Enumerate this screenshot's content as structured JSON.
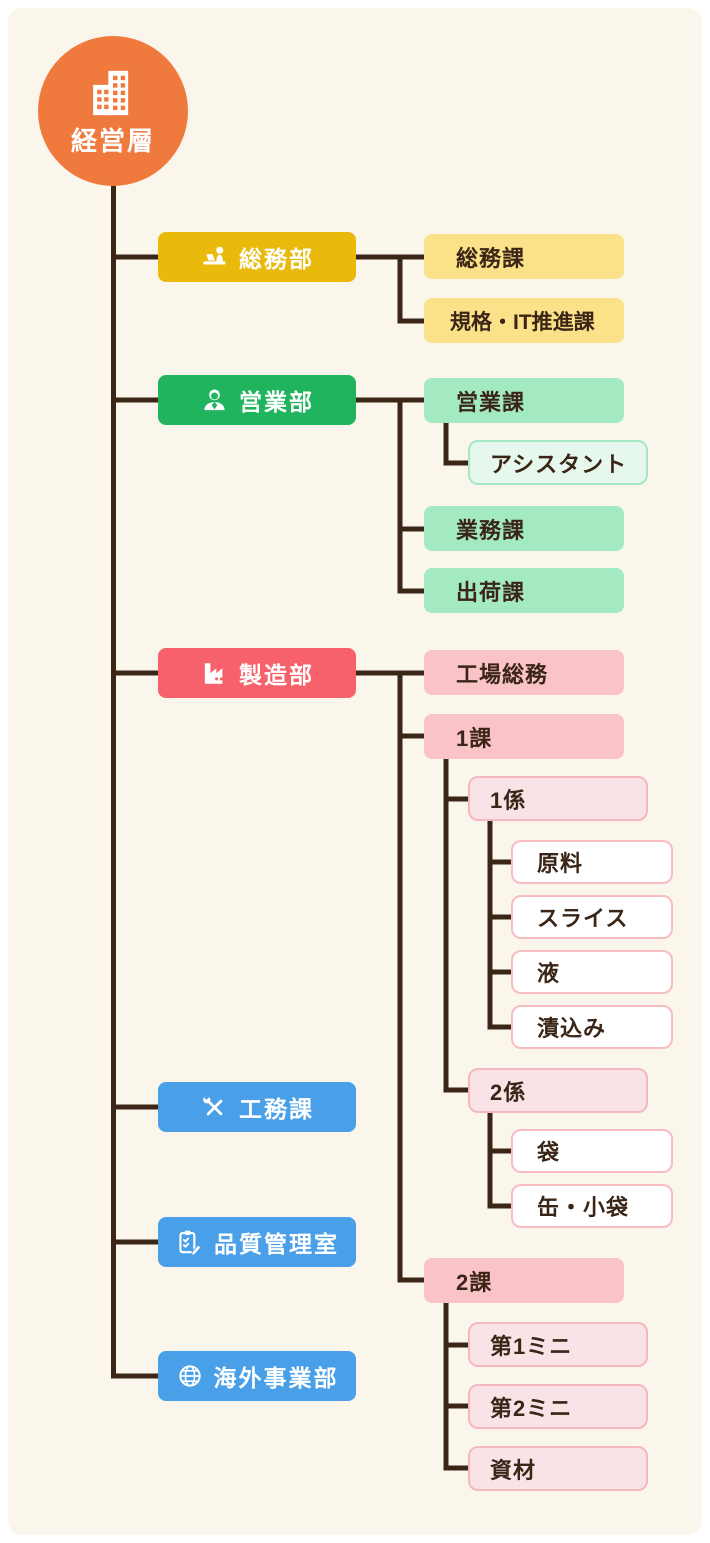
{
  "page": {
    "background": "#FFFFFF",
    "canvas_background": "#FAF6EC",
    "line_color": "#3A2517"
  },
  "root": {
    "label": "経営層",
    "color": "#F0793E",
    "icon": "building-icon"
  },
  "departments": {
    "soumu": {
      "label": "総務部",
      "color": "#E9B90B",
      "child_color": "#FBE187",
      "icon": "reception-desk-icon",
      "children": {
        "soumuka": {
          "label": "総務課"
        },
        "kikaku_it": {
          "label": "規格・IT推進課"
        }
      }
    },
    "eigyo": {
      "label": "営業部",
      "color": "#21B45E",
      "child_color": "#A3EAC3",
      "icon": "businessperson-icon",
      "children": {
        "eigyoka": {
          "label": "営業課",
          "children": {
            "assistant": {
              "label": "アシスタント"
            }
          }
        },
        "gyomuka": {
          "label": "業務課"
        },
        "shukkaka": {
          "label": "出荷課"
        }
      }
    },
    "seizo": {
      "label": "製造部",
      "color": "#F7616C",
      "child_color": "#FAC3C8",
      "icon": "factory-icon",
      "children": {
        "kojo_somu": {
          "label": "工場総務"
        },
        "ka1": {
          "label": "1課",
          "children": {
            "kakari1": {
              "label": "1係",
              "children": {
                "genryo": {
                  "label": "原料"
                },
                "slice": {
                  "label": "スライス"
                },
                "eki": {
                  "label": "液"
                },
                "tsukekomi": {
                  "label": "漬込み"
                }
              }
            },
            "kakari2": {
              "label": "2係",
              "children": {
                "fukuro": {
                  "label": "袋"
                },
                "kan_kobukuro": {
                  "label": "缶・小袋"
                }
              }
            }
          }
        },
        "ka2": {
          "label": "2課",
          "children": {
            "mini1": {
              "label": "第1ミニ"
            },
            "mini2": {
              "label": "第2ミニ"
            },
            "shizai": {
              "label": "資材"
            }
          }
        }
      }
    },
    "komuka": {
      "label": "工務課",
      "color": "#49A0E8",
      "icon": "crossed-tools-icon"
    },
    "hinshitsu_kanri": {
      "label": "品質管理室",
      "color": "#49A0E8",
      "icon": "clipboard-check-icon"
    },
    "kaigai": {
      "label": "海外事業部",
      "color": "#49A0E8",
      "icon": "globe-icon"
    }
  }
}
